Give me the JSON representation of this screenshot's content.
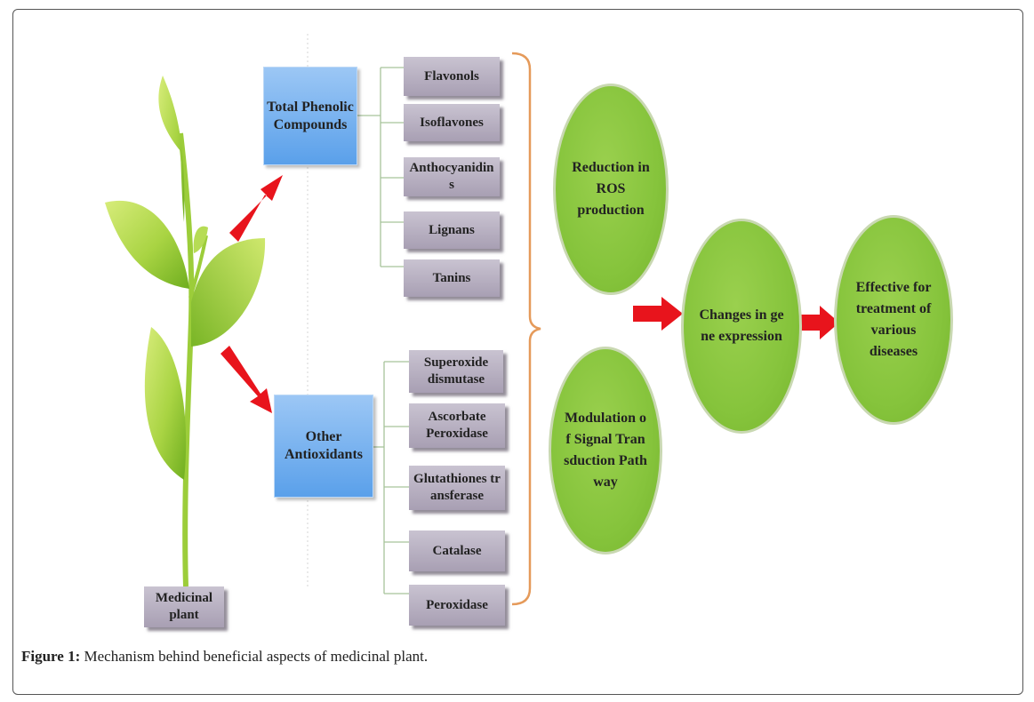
{
  "diagram": {
    "plant_label": "Medicinal plant",
    "categories": [
      {
        "label": "Total Phenolic Compounds"
      },
      {
        "label": "Other Antioxidants"
      }
    ],
    "phenolics": [
      "Flavonols",
      "Isoflavones",
      "Anthocyanidins",
      "Lignans",
      "Tanins"
    ],
    "antioxidants": [
      "Superoxide dismutase",
      "Ascorbate Peroxidase",
      "Glutathiones transferase",
      "Catalase",
      "Peroxidase"
    ],
    "effects": [
      "Reduction in ROS production",
      "Modulation of Signal Transduction Pathway"
    ],
    "gene_change": "Changes in gene expression",
    "outcome": "Effective for treatment of various diseases"
  },
  "caption": {
    "label": "Figure 1:",
    "text": " Mechanism behind beneficial aspects of medicinal plant."
  },
  "colors": {
    "arrow": "#e8141c",
    "oval_fill": "#86c43c",
    "blue_box": "#5aa0ea",
    "grey_box": "#b0a8ba",
    "brace": "#e59a5a",
    "connector": "#a7c39a"
  }
}
